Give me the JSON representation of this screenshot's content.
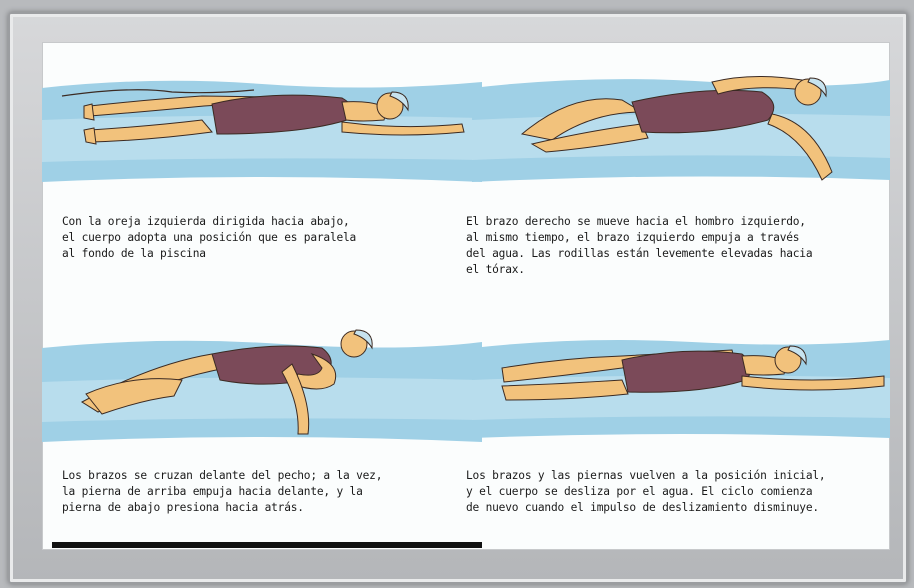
{
  "steps": [
    {
      "caption": "Con la oreja izquierda dirigida hacia abajo,\nel cuerpo adopta una posición que es paralela\nal fondo de la piscina"
    },
    {
      "caption": "El brazo derecho se mueve hacia el hombro izquierdo,\nal mismo tiempo, el brazo izquierdo empuja a través\ndel agua. Las rodillas están levemente elevadas hacia\nel tórax."
    },
    {
      "caption": "Los brazos se cruzan delante del pecho; a la vez,\nla pierna de arriba empuja hacia delante, y la\npierna de abajo presiona hacia atrás."
    },
    {
      "caption": "Los brazos y las piernas vuelven a la posición inicial,\ny el cuerpo se desliza por el agua. El ciclo comienza\nde nuevo cuando el impulso de deslizamiento disminuye."
    }
  ],
  "colors": {
    "water": "#9fd0e6",
    "water_light": "#d6edf6",
    "skin": "#f2c27c",
    "swimsuit": "#7b4a59",
    "cap": "#c7e3ef",
    "outline": "#3b2a22"
  }
}
